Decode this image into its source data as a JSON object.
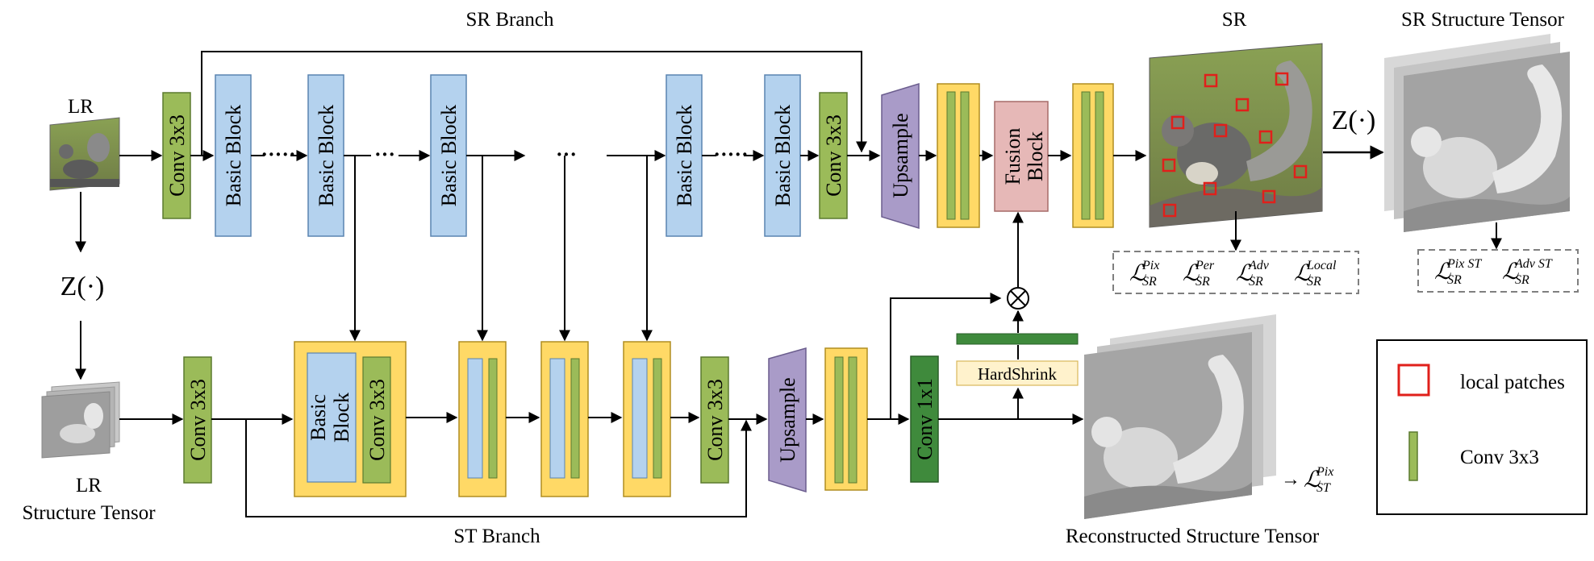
{
  "labels": {
    "sr_branch": "SR Branch",
    "st_branch": "ST Branch",
    "lr": "LR",
    "lr_st_line1": "LR",
    "lr_st_line2": "Structure Tensor",
    "z_op_left": "Z(·)",
    "z_op_right": "Z(·)",
    "sr": "SR",
    "sr_structure_tensor": "SR Structure Tensor",
    "reconstructed_st": "Reconstructed Structure Tensor",
    "hardshrink": "HardShrink",
    "multiply_symbol": "⊗"
  },
  "blocks": {
    "conv3x3": "Conv 3x3",
    "conv1x1": "Conv 1x1",
    "basic_block": "Basic Block",
    "basic_line1": "Basic",
    "basic_line2": "Block",
    "upsample": "Upsample",
    "fusion_line1": "Fusion",
    "fusion_line2": "Block"
  },
  "dots": {
    "short": "·····",
    "medium": "···"
  },
  "losses": {
    "sr": [
      {
        "base": "ℒ",
        "sub": "SR",
        "sup": "Pix"
      },
      {
        "base": "ℒ",
        "sub": "SR",
        "sup": "Per"
      },
      {
        "base": "ℒ",
        "sub": "SR",
        "sup": "Adv"
      },
      {
        "base": "ℒ",
        "sub": "SR",
        "sup": "Local"
      }
    ],
    "sr_st": [
      {
        "base": "ℒ",
        "sub": "SR",
        "sup": "Pix ST"
      },
      {
        "base": "ℒ",
        "sub": "SR",
        "sup": "Adv ST"
      }
    ],
    "st": {
      "arrow": "→",
      "base": "ℒ",
      "sub": "ST",
      "sup": "Pix"
    }
  },
  "legend": {
    "local_patches": "local patches",
    "conv3x3": "Conv 3x3"
  },
  "colors": {
    "green": "#9bbb59",
    "dark_green": "#3f8a3c",
    "blue": "#b4d2ee",
    "yellow": "#ffd966",
    "purple": "#a99bc8",
    "pink": "#e6b8b7",
    "hardshrink_bg": "#fff2cc",
    "patch_red": "#e0201b"
  }
}
